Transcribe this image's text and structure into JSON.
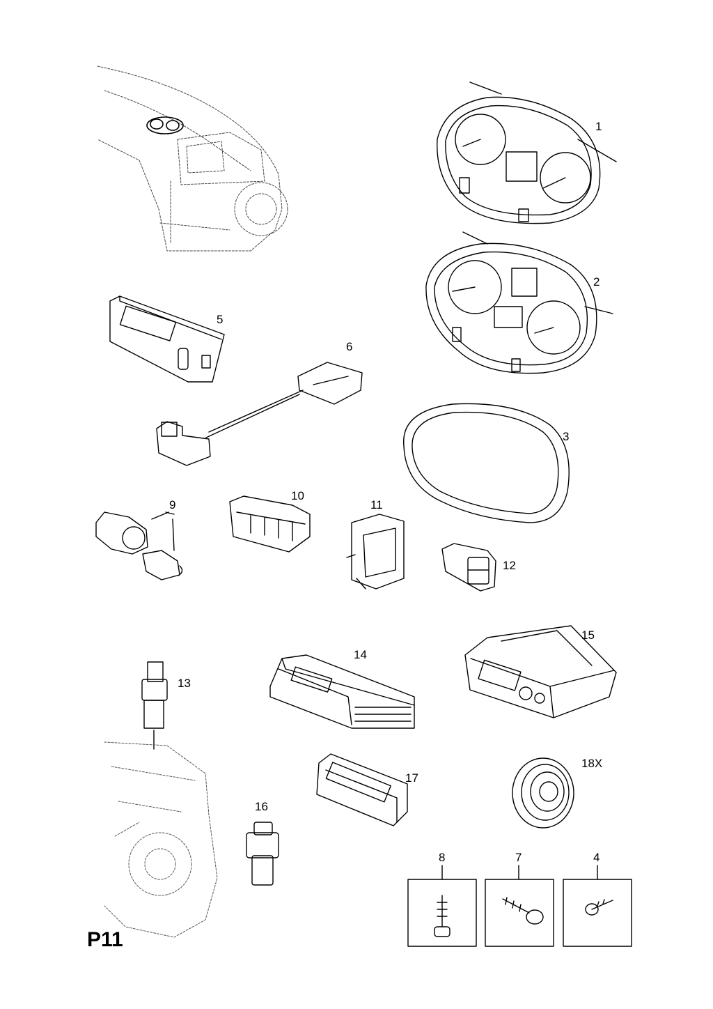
{
  "page": {
    "code": "P11"
  },
  "colors": {
    "line": "#000000",
    "ghost": "#666666",
    "hatch": "#555555"
  },
  "callouts": {
    "c1": "1",
    "c2": "2",
    "c3": "3",
    "c4": "4",
    "c5": "5",
    "c6": "6",
    "c7": "7",
    "c8": "8",
    "c9": "9",
    "c10": "10",
    "c11": "11",
    "c12": "12",
    "c13": "13",
    "c14": "14",
    "c15": "15",
    "c16": "16",
    "c17": "17",
    "c18": "18X"
  }
}
